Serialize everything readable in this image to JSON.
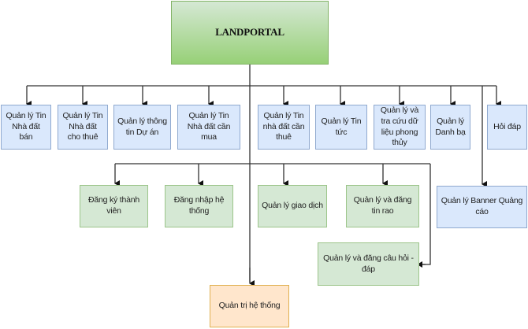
{
  "diagram": {
    "type": "tree",
    "root": {
      "label": "LANDPORTAL"
    },
    "top_row": [
      {
        "label": "Quản lý Tin Nhà đất bán"
      },
      {
        "label": "Quản lý Tin Nhà đất cho thuê"
      },
      {
        "label": "Quản lý thông tin Dự án"
      },
      {
        "label": "Quản lý Tin Nhà đất cần mua"
      },
      {
        "label": "Quản lý Tin nhà đất cần thuê"
      },
      {
        "label": "Quản lý Tin tức"
      },
      {
        "label": "Quản lý và tra cứu dữ liệu phong thủy"
      },
      {
        "label": "Quản lý Danh bạ"
      },
      {
        "label": "Hỏi đáp"
      }
    ],
    "bottom_row": [
      {
        "label": "Đăng ký thành viên"
      },
      {
        "label": "Đăng nhập hệ thống"
      },
      {
        "label": "Quản lý giao dịch"
      },
      {
        "label": "Quản lý và đăng tin rao"
      },
      {
        "label": "Quản lý và đăng câu hỏi - đáp"
      }
    ],
    "side_node": {
      "label": "Quản lý Banner Quảng cáo"
    },
    "bottom_node": {
      "label": "Quản trị hệ thống"
    },
    "colors": {
      "root_fill_top": "#d5e8d4",
      "root_fill_bottom": "#97d077",
      "blue_fill": "#dae8fc",
      "green_fill": "#d5e8d4",
      "orange_fill": "#ffe6cc",
      "edge": "#333333"
    }
  }
}
